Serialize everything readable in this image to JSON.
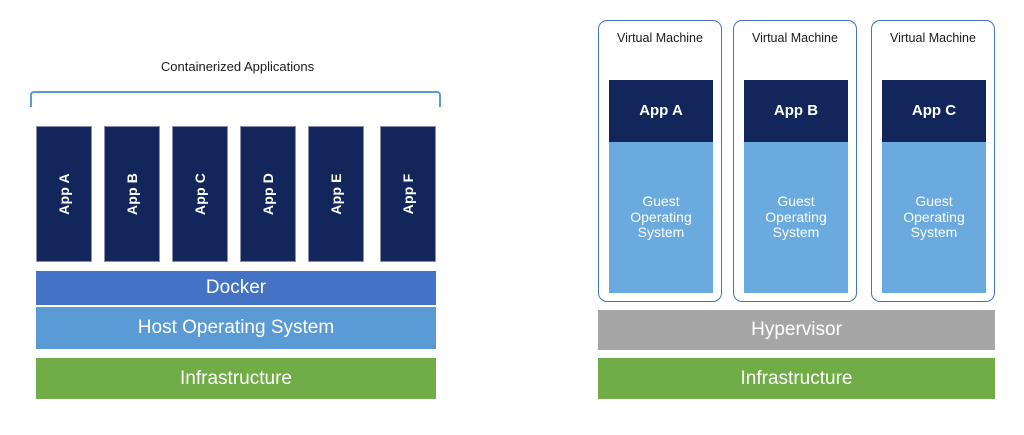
{
  "diagram": {
    "type": "architecture-comparison",
    "background_color": "#ffffff",
    "palette": {
      "app_navy": "#12265c",
      "docker_blue": "#4472c4",
      "host_os_blue": "#5b9bd5",
      "guest_os_blue": "#6aaade",
      "infrastructure_green": "#70ad47",
      "hypervisor_gray": "#a6a6a6",
      "bracket_blue": "#5b9bd5",
      "vm_border_blue": "#4472c4",
      "text_dark": "#1a1a1a",
      "text_light": "#ffffff"
    }
  },
  "left_panel": {
    "name": "container-architecture",
    "caption": "Containerized Applications",
    "bracket": {
      "name": "containerized-applications-bracket"
    },
    "apps": [
      {
        "label": "App A"
      },
      {
        "label": "App B"
      },
      {
        "label": "App C"
      },
      {
        "label": "App D"
      },
      {
        "label": "App E"
      },
      {
        "label": "App F"
      }
    ],
    "layers": [
      {
        "label": "Docker",
        "color": "#4472c4"
      },
      {
        "label": "Host Operating System",
        "color": "#5b9bd5"
      },
      {
        "label": "Infrastructure",
        "color": "#70ad47"
      }
    ]
  },
  "right_panel": {
    "name": "virtual-machine-architecture",
    "vm_title": "Virtual Machine",
    "guest_os_lines": [
      "Guest",
      "Operating",
      "System"
    ],
    "vms": [
      {
        "title": "Virtual Machine",
        "app": "App A"
      },
      {
        "title": "Virtual Machine",
        "app": "App B"
      },
      {
        "title": "Virtual Machine",
        "app": "App C"
      }
    ],
    "layers": [
      {
        "label": "Hypervisor",
        "color": "#a6a6a6"
      },
      {
        "label": "Infrastructure",
        "color": "#70ad47"
      }
    ]
  }
}
